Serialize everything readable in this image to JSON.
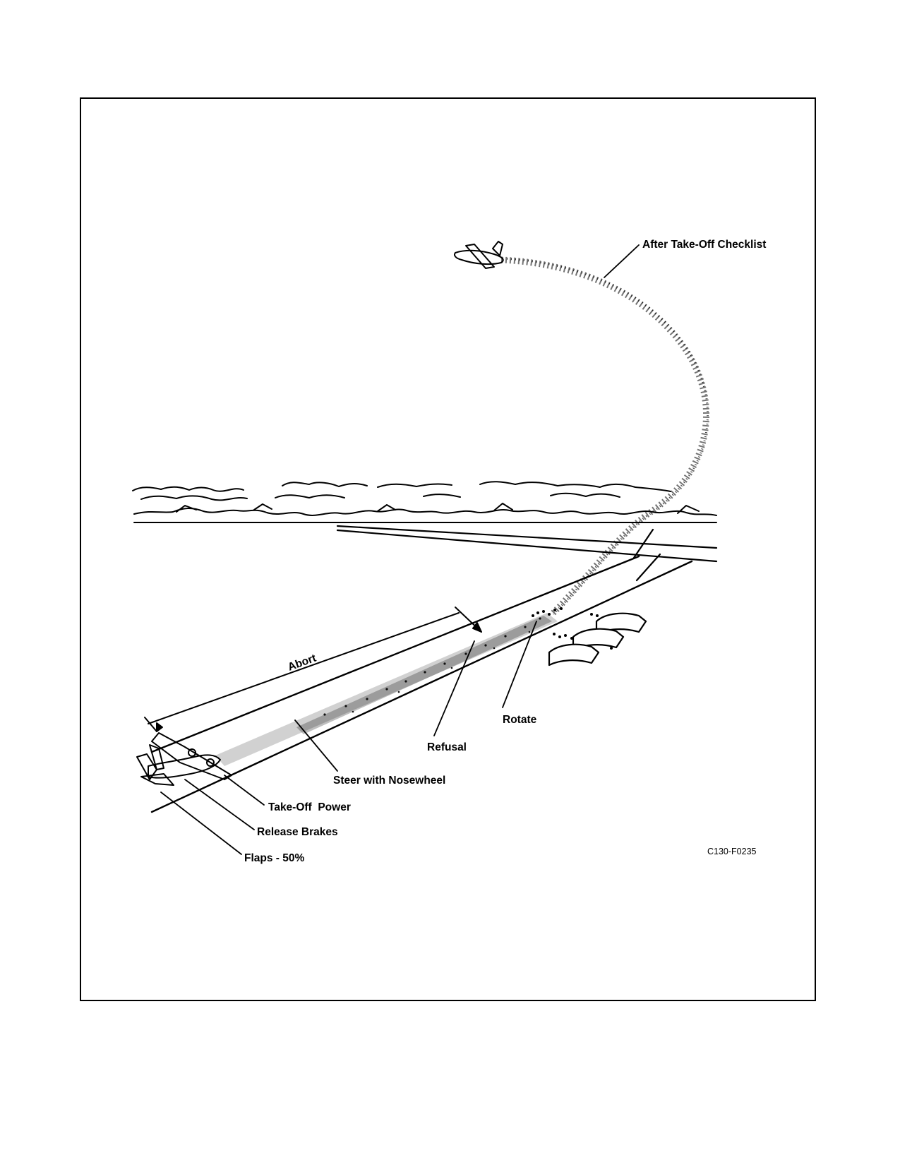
{
  "labels": {
    "after_takeoff": "After Take-Off Checklist",
    "abort": "Abort",
    "rotate": "Rotate",
    "refusal": "Refusal",
    "steer": "Steer with Nosewheel",
    "takeoff_power": "Take-Off  Power",
    "release_brakes": "Release Brakes",
    "flaps": "Flaps - 50%"
  },
  "figure_id": "C130-F0235",
  "icons": {
    "aircraft_ground": "aircraft-icon",
    "aircraft_airborne": "aircraft-icon",
    "hangar": "hangar-icon"
  },
  "colors": {
    "ink": "#000000",
    "paper": "#ffffff"
  }
}
